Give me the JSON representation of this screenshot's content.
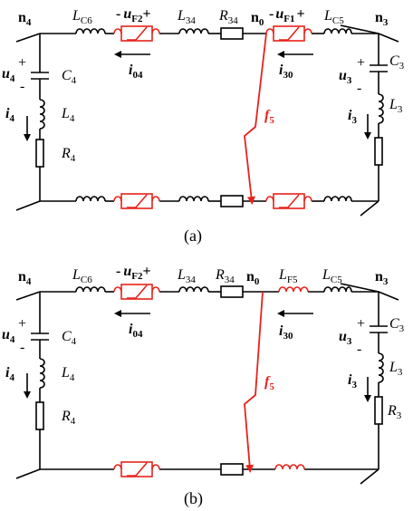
{
  "colors": {
    "wire": "#000000",
    "fault": "#e8221b"
  },
  "panels": [
    {
      "caption": "(a)",
      "nodes": {
        "left": "n",
        "left_sub": "4",
        "mid": "n",
        "mid_sub": "0",
        "right": "n",
        "right_sub": "3"
      },
      "top_labels": {
        "lc6": "L",
        "lc6_sub": "C6",
        "uf2": "u",
        "uf2_sub": "F2",
        "uf2_minus": "-",
        "uf2_plus": "+",
        "l34": "L",
        "l34_sub": "34",
        "r34": "R",
        "r34_sub": "34",
        "uf1": "u",
        "uf1_sub": "F1",
        "uf1_minus": "-",
        "uf1_plus": "+",
        "lc5": "L",
        "lc5_sub": "C5"
      },
      "currents": {
        "i04": "i",
        "i04_sub": "04",
        "i30": "i",
        "i30_sub": "30"
      },
      "left_branch": {
        "u": "u",
        "u_sub": "4",
        "plus": "+",
        "minus": "-",
        "c": "C",
        "c_sub": "4",
        "i": "i",
        "i_sub": "4",
        "l": "L",
        "l_sub": "4",
        "r": "R",
        "r_sub": "4"
      },
      "right_branch": {
        "u": "u",
        "u_sub": "3",
        "plus": "+",
        "minus": "-",
        "c": "C",
        "c_sub": "3",
        "i": "i",
        "i_sub": "3",
        "l": "L",
        "l_sub": "3",
        "r": "",
        "r_sub": ""
      },
      "fault": {
        "f": "f",
        "f_sub": "5"
      }
    },
    {
      "caption": "(b)",
      "nodes": {
        "left": "n",
        "left_sub": "4",
        "mid": "n",
        "mid_sub": "0",
        "right": "n",
        "right_sub": "3"
      },
      "top_labels": {
        "lc6": "L",
        "lc6_sub": "C6",
        "uf2": "u",
        "uf2_sub": "F2",
        "uf2_minus": "-",
        "uf2_plus": "+",
        "l34": "L",
        "l34_sub": "34",
        "r34": "R",
        "r34_sub": "34",
        "lf5": "L",
        "lf5_sub": "F5",
        "lc5": "L",
        "lc5_sub": "C5"
      },
      "currents": {
        "i04": "i",
        "i04_sub": "04",
        "i30": "i",
        "i30_sub": "30"
      },
      "left_branch": {
        "u": "u",
        "u_sub": "4",
        "plus": "+",
        "minus": "-",
        "c": "C",
        "c_sub": "4",
        "i": "i",
        "i_sub": "4",
        "l": "L",
        "l_sub": "4",
        "r": "R",
        "r_sub": "4"
      },
      "right_branch": {
        "u": "u",
        "u_sub": "3",
        "plus": "+",
        "minus": "-",
        "c": "C",
        "c_sub": "3",
        "i": "i",
        "i_sub": "3",
        "l": "L",
        "l_sub": "3",
        "r": "R",
        "r_sub": "3"
      },
      "fault": {
        "f": "f",
        "f_sub": "5"
      }
    }
  ]
}
